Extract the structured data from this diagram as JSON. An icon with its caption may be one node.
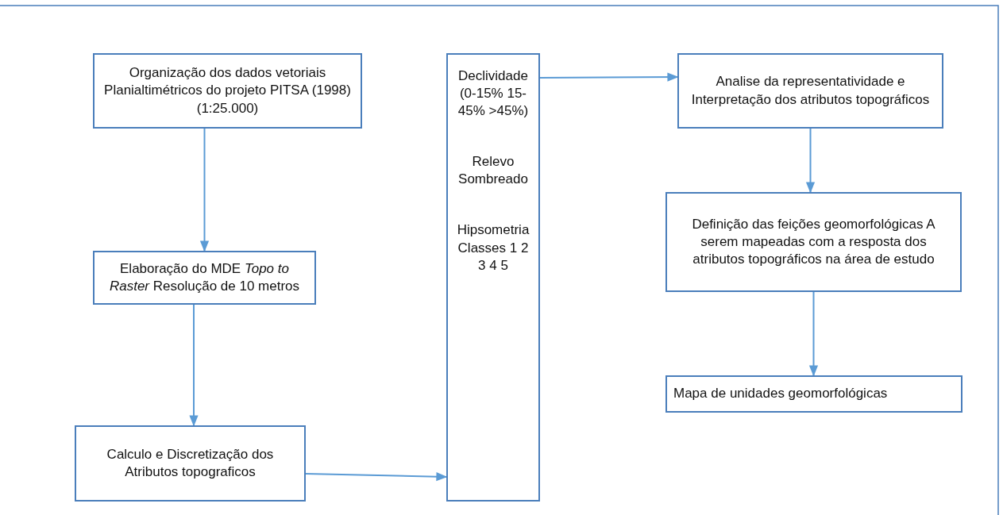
{
  "diagram": {
    "nodes": [
      {
        "text": [
          "Organização dos dados vetoriais Planialtimétricos do projeto PITSA (1998) (1:25.000)"
        ]
      },
      {
        "text": [
          "Elaboração do MDE *Topo to Raster* Resolução de 10 metros"
        ]
      },
      {
        "text": [
          "Calculo e Discretização dos Atributos topograficos"
        ]
      },
      {
        "text": [
          "Declividade (0-15% 15- 45% >45%)",
          "Relevo Sombreado",
          "Hipsometria Classes 1 2 3 4 5"
        ]
      },
      {
        "text": [
          "Analise da representatividade e Interpretação dos atributos topográficos"
        ]
      },
      {
        "text": [
          "Definição das feições geomorfológicas A serem mapeadas com a resposta dos atributos topográficos na área de estudo"
        ]
      },
      {
        "text": [
          "Mapa de unidades geomorfológicas"
        ]
      }
    ],
    "edges": [
      {
        "from": 0,
        "to": 1,
        "arrow": "to"
      },
      {
        "from": 1,
        "to": 2,
        "arrow": "to"
      },
      {
        "from": 2,
        "to": 3,
        "arrow": "to"
      },
      {
        "from": 3,
        "to": 4,
        "arrow": "to"
      },
      {
        "from": 4,
        "to": 5,
        "arrow": "to"
      },
      {
        "from": 5,
        "to": 6,
        "arrow": "to"
      }
    ]
  }
}
